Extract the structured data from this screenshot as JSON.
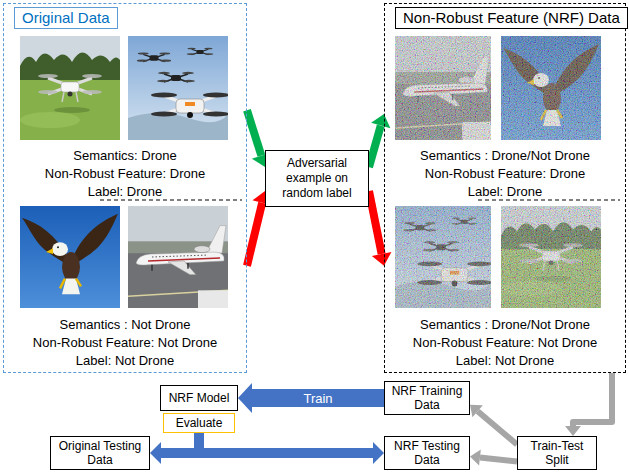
{
  "diagram": {
    "nodes": [
      {
        "text": [
          "Original Data",
          "Semantics: Drone",
          "Non-Robust Feature: Drone",
          "Label: Drone",
          "Semantics : Not Drone",
          "Non-Robust Feature: Not Drone",
          "Label: Not Drone"
        ]
      },
      {
        "text": [
          "Adversarial example on random label"
        ]
      },
      {
        "text": [
          "Non-Robust Feature (NRF) Data",
          "Semantics : Drone/Not Drone",
          "Non-Robust Feature: Drone",
          "Label: Drone",
          "Semantics : Drone/Not Drone",
          "Non-Robust Feature: Not Drone",
          "Label: Not Drone"
        ]
      },
      {
        "text": [
          "NRF Model"
        ]
      },
      {
        "text": [
          "Evaluate"
        ]
      },
      {
        "text": [
          "NRF Training Data"
        ]
      },
      {
        "text": [
          "Train-Test Split"
        ]
      },
      {
        "text": [
          "Original Testing Data"
        ]
      },
      {
        "text": [
          "NRF Testing Data"
        ]
      }
    ],
    "edges": [
      {
        "from": 0,
        "to": 1,
        "arrow": "to"
      },
      {
        "from": 0,
        "to": 1,
        "arrow": "to"
      },
      {
        "from": 1,
        "to": 2,
        "arrow": "to"
      },
      {
        "from": 1,
        "to": 2,
        "arrow": "to"
      },
      {
        "from": 2,
        "to": 6,
        "arrow": "to"
      },
      {
        "from": 6,
        "to": 5,
        "arrow": "to"
      },
      {
        "from": 6,
        "to": 8,
        "arrow": "to"
      },
      {
        "from": 5,
        "to": 3,
        "label": "Train",
        "arrow": "to"
      },
      {
        "from": 4,
        "to": 7,
        "arrow": "to"
      },
      {
        "from": 4,
        "to": 8,
        "arrow": "to"
      }
    ]
  }
}
